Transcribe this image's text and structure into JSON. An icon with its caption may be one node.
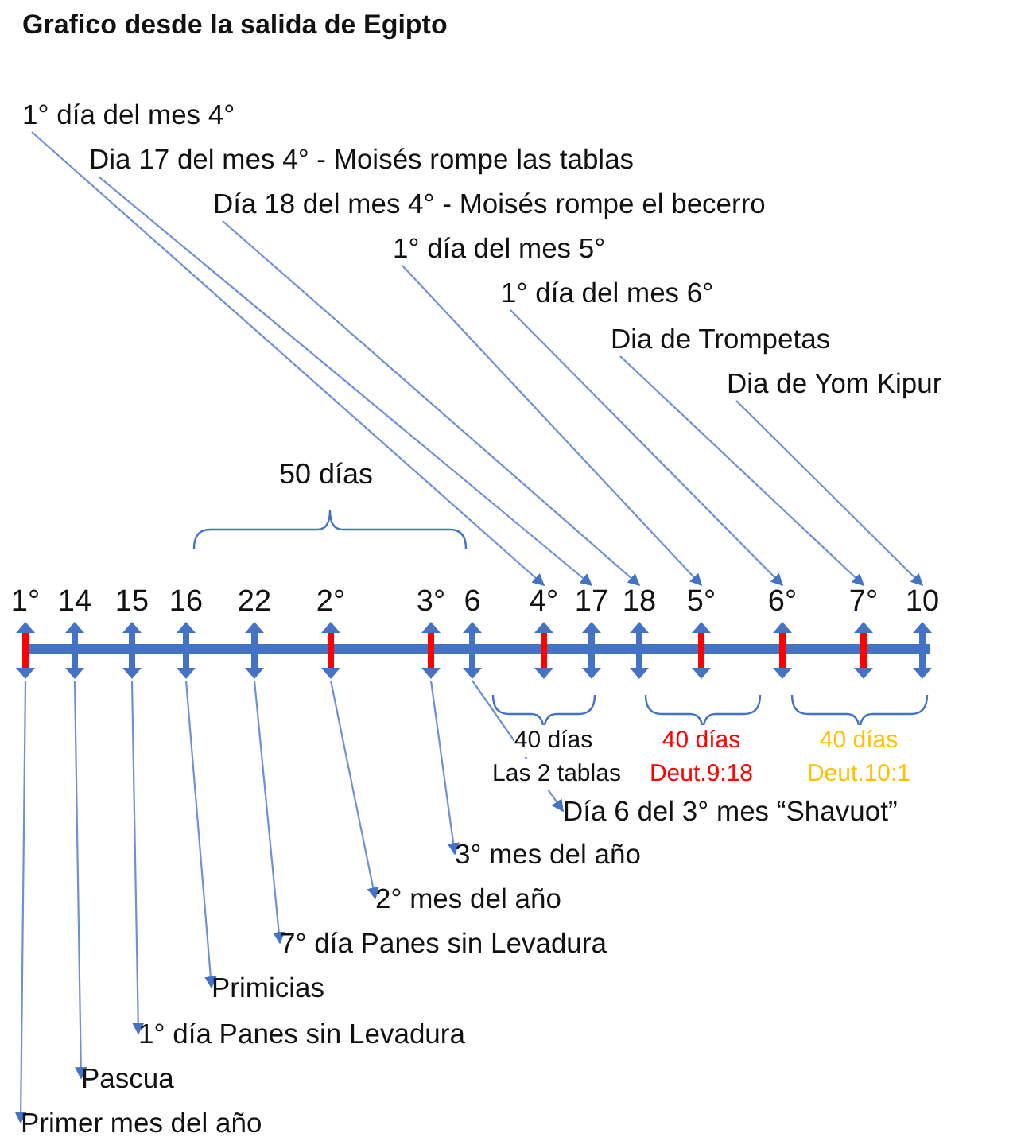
{
  "diagram": {
    "title": "Grafico desde la salida de Egipto",
    "nodes": [
      {
        "text": [
          "1°"
        ]
      },
      {
        "text": [
          "14"
        ]
      },
      {
        "text": [
          "15"
        ]
      },
      {
        "text": [
          "16"
        ]
      },
      {
        "text": [
          "22"
        ]
      },
      {
        "text": [
          "2°"
        ]
      },
      {
        "text": [
          "3°"
        ]
      },
      {
        "text": [
          "6"
        ]
      },
      {
        "text": [
          "4°"
        ]
      },
      {
        "text": [
          "17"
        ]
      },
      {
        "text": [
          "18"
        ]
      },
      {
        "text": [
          "5°"
        ]
      },
      {
        "text": [
          "6°"
        ]
      },
      {
        "text": [
          "7°"
        ]
      },
      {
        "text": [
          "10"
        ]
      },
      {
        "text": [
          "1° día del mes 4°"
        ]
      },
      {
        "text": [
          "Dia 17 del mes 4° - Moisés rompe las tablas"
        ]
      },
      {
        "text": [
          "Día 18 del mes 4° - Moisés rompe el becerro"
        ]
      },
      {
        "text": [
          "1° día del mes 5°"
        ]
      },
      {
        "text": [
          "1° día del mes 6°"
        ]
      },
      {
        "text": [
          "Dia de Trompetas"
        ]
      },
      {
        "text": [
          "Dia de Yom Kipur"
        ]
      },
      {
        "text": [
          "Día 6 del 3° mes “Shavuot”"
        ]
      },
      {
        "text": [
          "3° mes del año"
        ]
      },
      {
        "text": [
          "2° mes del año"
        ]
      },
      {
        "text": [
          "7° día Panes sin Levadura"
        ]
      },
      {
        "text": [
          "Primicias"
        ]
      },
      {
        "text": [
          "1° día Panes sin Levadura"
        ]
      },
      {
        "text": [
          "Pascua"
        ]
      },
      {
        "text": [
          "Primer mes del año"
        ]
      },
      {
        "text": [],
        "shape": "bar"
      }
    ],
    "edges": [
      {
        "from": 15,
        "to": 8,
        "arrow": "to"
      },
      {
        "from": 16,
        "to": 9,
        "arrow": "to"
      },
      {
        "from": 17,
        "to": 10,
        "arrow": "to"
      },
      {
        "from": 18,
        "to": 11,
        "arrow": "to"
      },
      {
        "from": 19,
        "to": 12,
        "arrow": "to"
      },
      {
        "from": 20,
        "to": 13,
        "arrow": "to"
      },
      {
        "from": 21,
        "to": 14,
        "arrow": "to"
      },
      {
        "from": 7,
        "to": 22,
        "arrow": "to"
      },
      {
        "from": 6,
        "to": 23,
        "arrow": "to"
      },
      {
        "from": 5,
        "to": 24,
        "arrow": "to"
      },
      {
        "from": 4,
        "to": 25,
        "arrow": "to"
      },
      {
        "from": 3,
        "to": 26,
        "arrow": "to"
      },
      {
        "from": 2,
        "to": 27,
        "arrow": "to"
      },
      {
        "from": 1,
        "to": 28,
        "arrow": "to"
      },
      {
        "from": 0,
        "to": 29,
        "arrow": "to"
      }
    ],
    "labels": [
      "50 días",
      "40 días",
      "Las 2 tablas",
      "40 días",
      "Deut.9:18",
      "40 días",
      "Deut.10:1"
    ]
  }
}
